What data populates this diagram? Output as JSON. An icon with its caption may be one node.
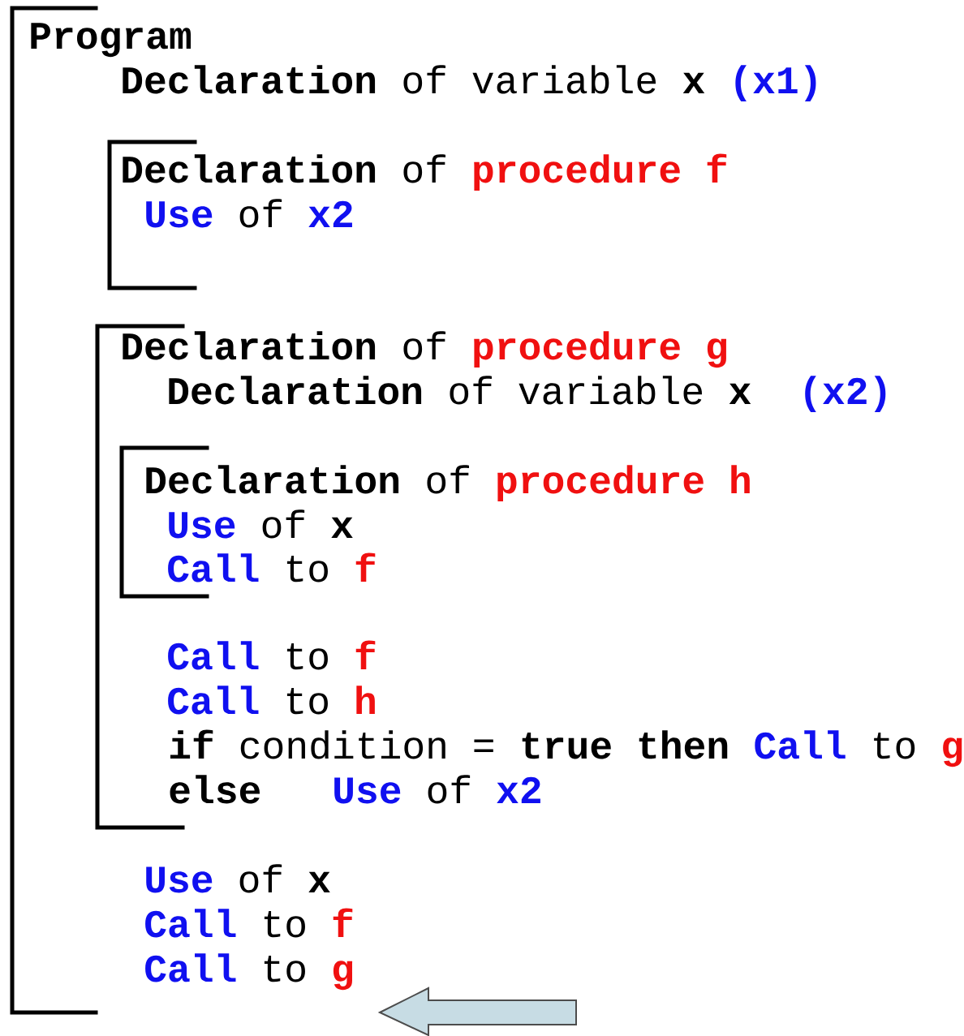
{
  "diagram": {
    "nodes": [
      {
        "text": [
          "Program",
          "Declaration",
          "of variable",
          "x",
          "(x1)",
          "Use",
          "of",
          "x",
          "Call",
          "to",
          "f",
          "Call",
          "to",
          "g"
        ]
      },
      {
        "text": [
          "Declaration",
          "of",
          "procedure f",
          "Use",
          "of",
          "x2"
        ],
        "in": 0
      },
      {
        "text": [
          "Declaration",
          "of",
          "procedure g",
          "Declaration",
          "of variable",
          "x",
          "(x2)",
          "Call",
          "to",
          "f",
          "Call",
          "to",
          "h",
          "if",
          "condition =",
          "true then",
          "Call",
          "to",
          "g",
          "else",
          "Use",
          "of",
          "x2"
        ],
        "in": 0
      },
      {
        "text": [
          "Declaration",
          "of",
          "procedure h",
          "Use",
          "of",
          "x",
          "Call",
          "to",
          "f"
        ],
        "in": 2
      }
    ]
  }
}
